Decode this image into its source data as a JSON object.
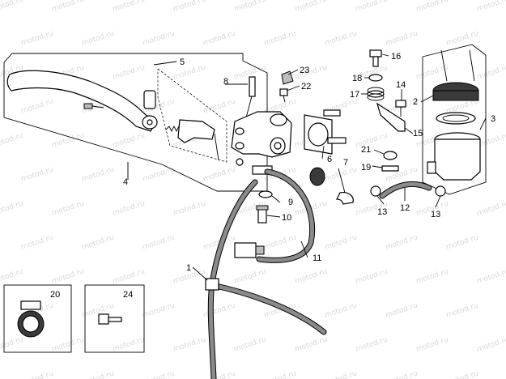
{
  "watermark": "motod.ru",
  "colors": {
    "line": "#000000",
    "background": "#ffffff",
    "watermark": "#d8d8d8",
    "hose": "#8a8a8a"
  },
  "callouts": [
    {
      "id": "1",
      "label": "1"
    },
    {
      "id": "2",
      "label": "2"
    },
    {
      "id": "3",
      "label": "3"
    },
    {
      "id": "4",
      "label": "4"
    },
    {
      "id": "5",
      "label": "5"
    },
    {
      "id": "6",
      "label": "6"
    },
    {
      "id": "7",
      "label": "7"
    },
    {
      "id": "8",
      "label": "8"
    },
    {
      "id": "9",
      "label": "9"
    },
    {
      "id": "10",
      "label": "10"
    },
    {
      "id": "11",
      "label": "11"
    },
    {
      "id": "12",
      "label": "12"
    },
    {
      "id": "13a",
      "label": "13"
    },
    {
      "id": "13b",
      "label": "13"
    },
    {
      "id": "14",
      "label": "14"
    },
    {
      "id": "15",
      "label": "15"
    },
    {
      "id": "16",
      "label": "16"
    },
    {
      "id": "17",
      "label": "17"
    },
    {
      "id": "18",
      "label": "18"
    },
    {
      "id": "19",
      "label": "19"
    },
    {
      "id": "20",
      "label": "20"
    },
    {
      "id": "21",
      "label": "21"
    },
    {
      "id": "22",
      "label": "22"
    },
    {
      "id": "23",
      "label": "23"
    },
    {
      "id": "24",
      "label": "24"
    }
  ]
}
